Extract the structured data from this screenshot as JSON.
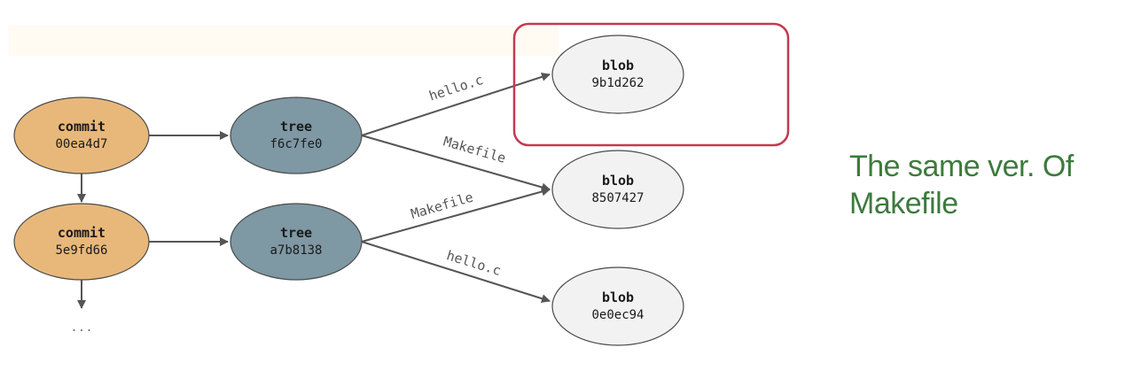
{
  "commits": [
    {
      "kind": "commit",
      "hash": "00ea4d7"
    },
    {
      "kind": "commit",
      "hash": "5e9fd66"
    }
  ],
  "trees": [
    {
      "kind": "tree",
      "hash": "f6c7fe0"
    },
    {
      "kind": "tree",
      "hash": "a7b8138"
    }
  ],
  "blobs": [
    {
      "kind": "blob",
      "hash": "9b1d262"
    },
    {
      "kind": "blob",
      "hash": "8507427"
    },
    {
      "kind": "blob",
      "hash": "0e0ec94"
    }
  ],
  "edge_labels": {
    "tree1_hello": "hello.c",
    "tree1_makefile": "Makefile",
    "tree2_makefile": "Makefile",
    "tree2_hello": "hello.c"
  },
  "ellipsis": "...",
  "note": "The same ver. Of Makefile",
  "colors": {
    "commit_fill": "#e8b87a",
    "tree_fill": "#7e98a4",
    "blob_fill": "#f2f2f2",
    "highlight_border": "#c23a52",
    "note_text": "#3d7a3c"
  }
}
